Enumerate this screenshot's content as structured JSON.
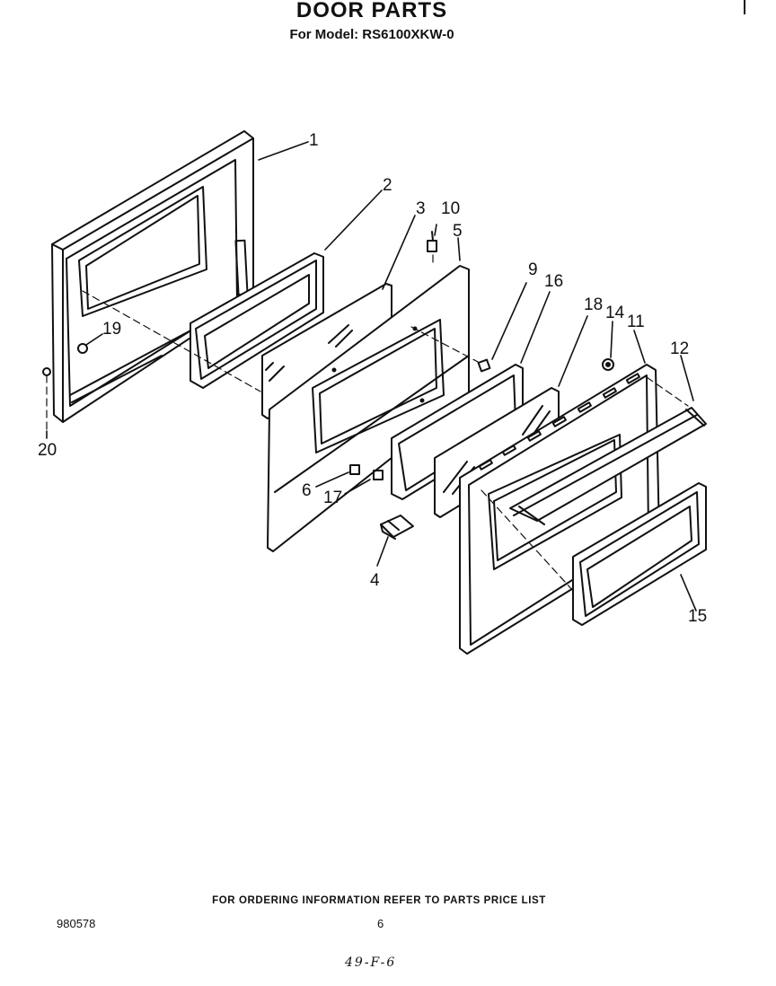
{
  "header": {
    "title": "DOOR PARTS",
    "subtitle": "For Model: RS6100XKW-0"
  },
  "callouts": {
    "c1": "1",
    "c2": "2",
    "c3": "3",
    "c4": "4",
    "c5": "5",
    "c6": "6",
    "c9": "9",
    "c10": "10",
    "c11": "11",
    "c12": "12",
    "c14": "14",
    "c15": "15",
    "c16": "16",
    "c17": "17",
    "c18": "18",
    "c19": "19",
    "c20": "20"
  },
  "footer": {
    "notice": "FOR ORDERING INFORMATION REFER TO PARTS PRICE LIST",
    "document_number": "980578",
    "page_number": "6",
    "handwritten_note": "49-F-6"
  }
}
